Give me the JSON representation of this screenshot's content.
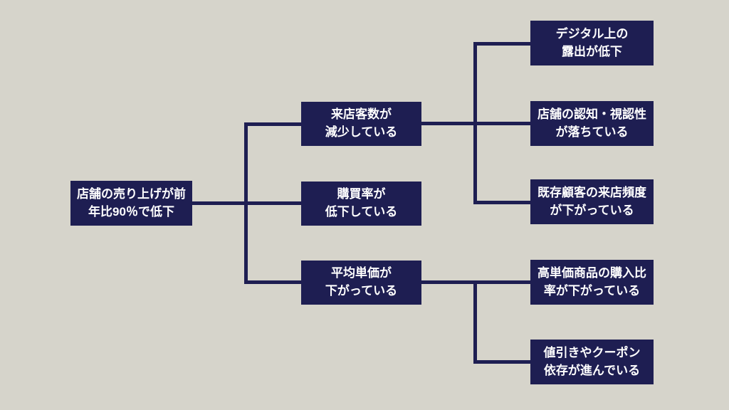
{
  "colors": {
    "background": "#d6d4cb",
    "node_fill": "#1e1e52",
    "node_text": "#ffffff",
    "connector": "#1e1e52"
  },
  "diagram": {
    "type": "logic-tree",
    "root": {
      "label": "店舗の売り上げが前\n年比90％で低下"
    },
    "level2": [
      {
        "label": "来店客数が\n減少している"
      },
      {
        "label": "購買率が\n低下している"
      },
      {
        "label": "平均単価が\n下がっている"
      }
    ],
    "level3": [
      {
        "label": "デジタル上の\n露出が低下"
      },
      {
        "label": "店舗の認知・視認性\nが落ちている"
      },
      {
        "label": "既存顧客の来店頻度\nが下がっている"
      },
      {
        "label": "高単価商品の購入比\n率が下がっている"
      },
      {
        "label": "値引きやクーポン\n依存が進んでいる"
      }
    ],
    "edges": [
      {
        "from": "root",
        "to": "level2.0"
      },
      {
        "from": "root",
        "to": "level2.1"
      },
      {
        "from": "root",
        "to": "level2.2"
      },
      {
        "from": "level2.0",
        "to": "level3.0"
      },
      {
        "from": "level2.0",
        "to": "level3.1"
      },
      {
        "from": "level2.0",
        "to": "level3.2"
      },
      {
        "from": "level2.2",
        "to": "level3.3"
      },
      {
        "from": "level2.2",
        "to": "level3.4"
      }
    ]
  }
}
